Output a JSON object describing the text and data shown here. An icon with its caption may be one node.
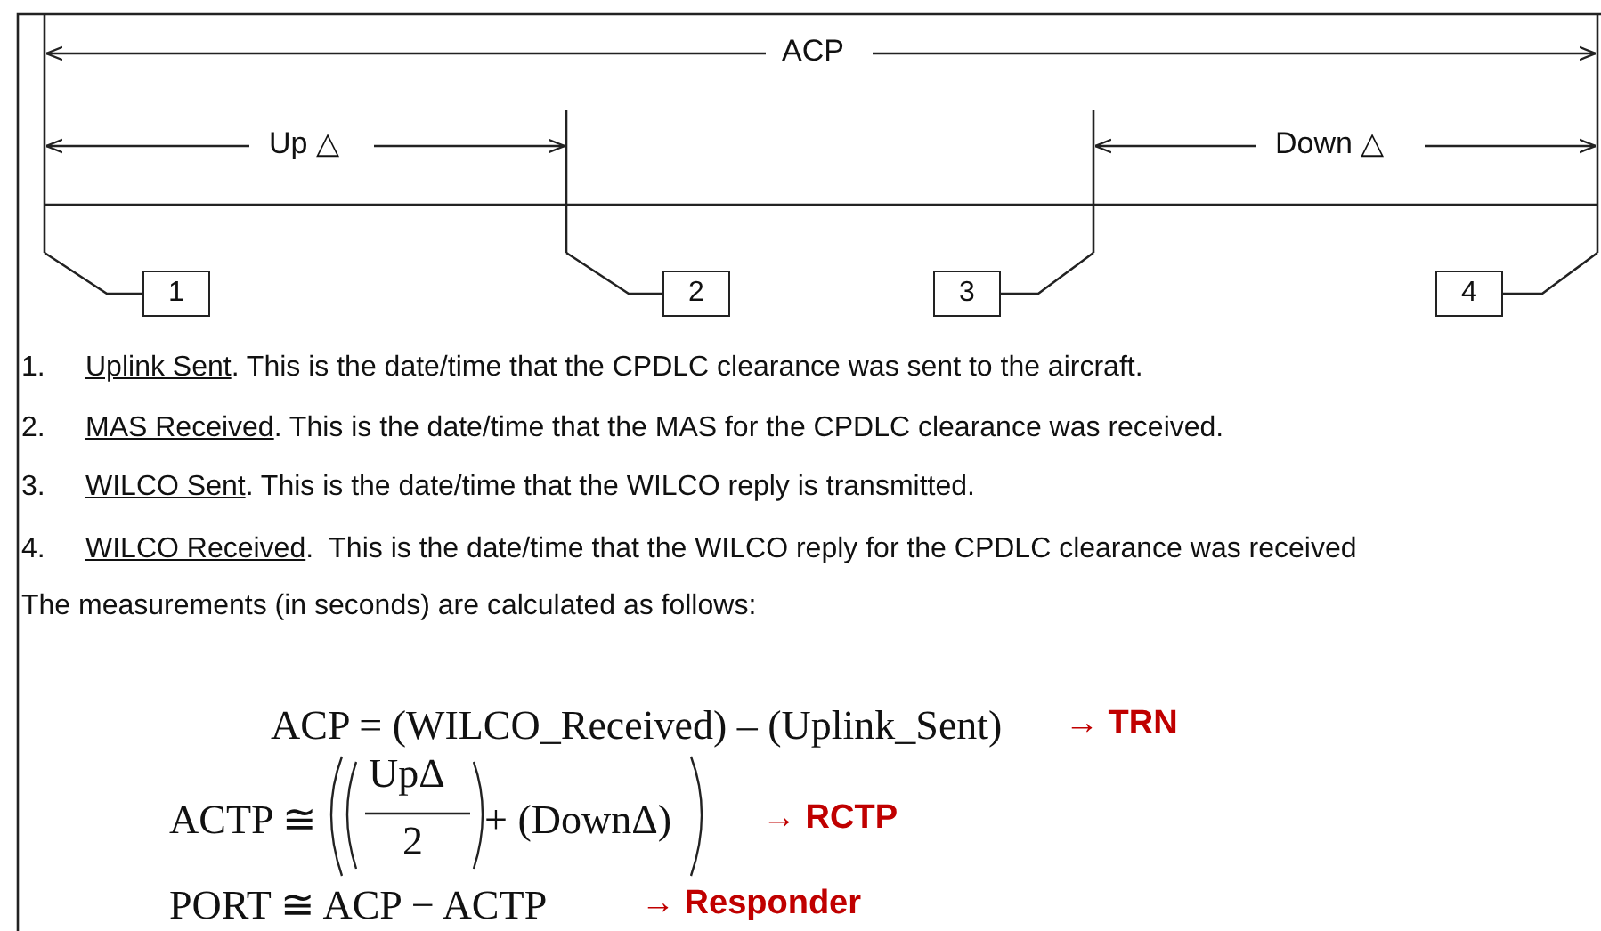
{
  "diagram": {
    "nodes": [
      {
        "text": [
          "1"
        ]
      },
      {
        "text": [
          "2"
        ]
      },
      {
        "text": [
          "3"
        ]
      },
      {
        "text": [
          "4"
        ]
      }
    ],
    "edges": [
      {
        "from": 0,
        "to": null,
        "arrow": "none"
      },
      {
        "from": 1,
        "to": null,
        "arrow": "none"
      },
      {
        "from": 2,
        "to": null,
        "arrow": "none"
      },
      {
        "from": 3,
        "to": null,
        "arrow": "none"
      }
    ],
    "labels": [
      "ACP",
      "Up △",
      "Down △",
      "1.",
      "Uplink Sent",
      ". This is the date/time that the CPDLC clearance was sent to the aircraft.",
      "2.",
      "MAS Received",
      ". This is the date/time that the MAS for the CPDLC clearance was received.",
      "3.",
      "WILCO Sent",
      ". This is the date/time that the WILCO reply is transmitted.",
      "4.",
      "WILCO Received",
      ".  This is the date/time that the WILCO reply for the CPDLC clearance was received",
      "The measurements (in seconds) are calculated as follows:",
      "ACP = (WILCO_Received) – (Uplink_Sent)",
      "→ TRN",
      "ACTP ≅",
      "UpΔ",
      "2",
      "+ (DownΔ)",
      "→ RCTP",
      "PORT ≅ ACP − ACTP",
      "→ Responder"
    ]
  }
}
